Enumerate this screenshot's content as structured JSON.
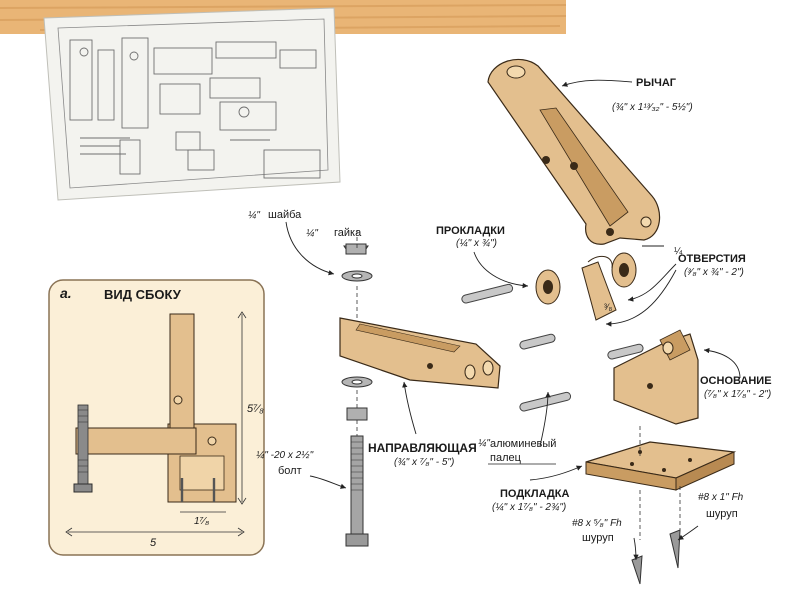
{
  "side_view": {
    "letter": "a.",
    "title": "ВИД СБОКУ",
    "dim_height": "5⁷⁄₈",
    "dim_width": "5",
    "dim_small": "1⁷⁄₈"
  },
  "parts": {
    "lever": {
      "name": "РЫЧАГ",
      "size": "(¾\" x 1¹³⁄₃₂\" - 5½\")"
    },
    "spacers": {
      "name": "ПРОКЛАДКИ",
      "size": "(¼\" x ¾\")"
    },
    "holes": {
      "name": "ОТВЕРСТИЯ",
      "size": "(³⁄₈\" x ¾\" - 2\")"
    },
    "base": {
      "name": "ОСНОВАНИЕ",
      "size": "(⁷⁄₈\" x 1⁷⁄₈\" - 2\")"
    },
    "guide": {
      "name": "НАПРАВЛЯЮЩАЯ",
      "size": "(¾\" x ⁷⁄₈\" - 5\")"
    },
    "pad": {
      "name": "ПОДКЛАДКА",
      "size": "(¼\" x 1⁷⁄₈\" - 2¾\")"
    }
  },
  "hardware": {
    "washer": {
      "size": "¼\"",
      "name": "шайба"
    },
    "nut": {
      "size": "¼\"",
      "name": "гайка"
    },
    "bolt": {
      "size": "¼\" -20 x 2½\"",
      "name": "болт"
    },
    "pin": {
      "size": "¼\"",
      "name_line1": "алюминевый",
      "name_line2": "палец"
    },
    "screw1": {
      "size": "#8 x ⁵⁄₈\" Fh",
      "name": "шуруп"
    },
    "screw2": {
      "size": "#8 x 1\" Fh",
      "name": "шуруп"
    },
    "gap_mark": "¼",
    "spacer_dim": "³⁄₈"
  },
  "colors": {
    "wood": "#e3bf8e",
    "wood_dark": "#c99c62",
    "panel": "#fbefd7",
    "panel_border": "#8a7355",
    "table_wood": "#e7b070"
  }
}
